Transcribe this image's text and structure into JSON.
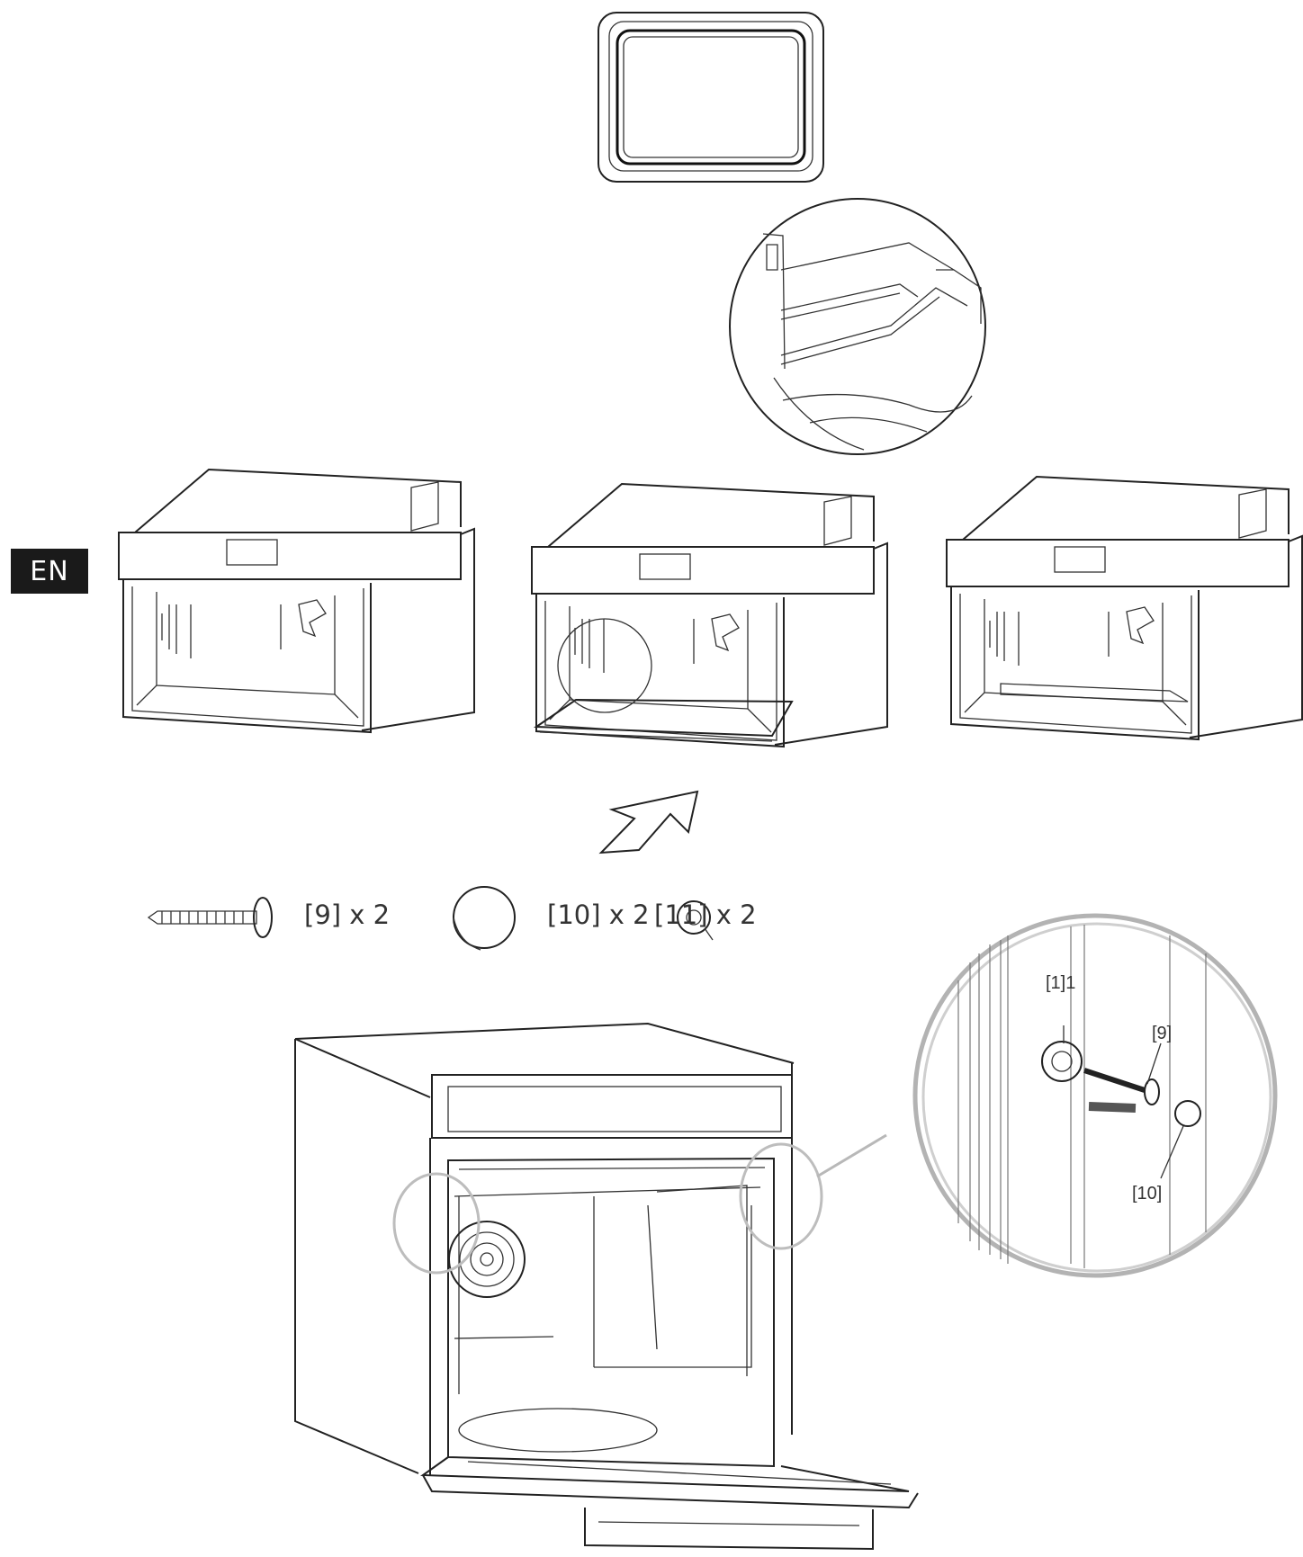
{
  "language_badge": "EN",
  "parts": [
    {
      "label": "[9] x 2",
      "icon": "screw-icon"
    },
    {
      "label": "[10] x 2",
      "icon": "cap-icon"
    },
    {
      "label": "[11] x 2",
      "icon": "bracket-icon"
    }
  ],
  "callouts": {
    "bracket": "[1]1",
    "screw": "[9]",
    "cap": "[10]"
  }
}
